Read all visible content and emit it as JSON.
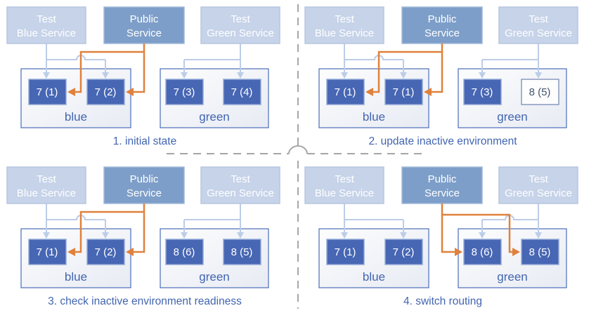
{
  "colors": {
    "test_service_fill": "#c6d3e9",
    "test_service_border": "#b7c6e0",
    "public_service_fill": "#7d9ec9",
    "public_service_border": "#a2b8d8",
    "version_fill": "#4766b4",
    "version_border": "#93a9d6",
    "version_outline_border": "#8999bd",
    "env_border": "#4a6db8",
    "light_arrow": "#bccde8",
    "orange_arrow": "#e0813c",
    "blue_text": "#4265b0",
    "navy_text": "#44546a",
    "divider": "#a6a6a6"
  },
  "diagram": {
    "services": {
      "test_blue": {
        "line1": "Test",
        "line2": "Blue Service"
      },
      "public": {
        "line1": "Public",
        "line2": "Service"
      },
      "test_green": {
        "line1": "Test",
        "line2": "Green Service"
      }
    },
    "quadrants": [
      {
        "caption": "1. initial state",
        "public_routing": "blue",
        "blue_env": {
          "label": "blue",
          "v1": "7 (1)",
          "v2": "7 (2)"
        },
        "green_env": {
          "label": "green",
          "v1": "7 (3)",
          "v2": "7 (4)"
        }
      },
      {
        "caption": "2. update inactive environment",
        "public_routing": "blue",
        "blue_env": {
          "label": "blue",
          "v1": "7 (1)",
          "v2": "7 (1)"
        },
        "green_env": {
          "label": "green",
          "v1": "7 (3)",
          "v2": "8 (5)",
          "v2_style": "outlined"
        }
      },
      {
        "caption": "3. check inactive environment readiness",
        "public_routing": "blue",
        "blue_env": {
          "label": "blue",
          "v1": "7 (1)",
          "v2": "7 (2)"
        },
        "green_env": {
          "label": "green",
          "v1": "8 (6)",
          "v2": "8 (5)"
        }
      },
      {
        "caption": "4. switch routing",
        "public_routing": "green",
        "blue_env": {
          "label": "blue",
          "v1": "7 (1)",
          "v2": "7 (2)"
        },
        "green_env": {
          "label": "green",
          "v1": "8 (6)",
          "v2": "8 (5)"
        }
      }
    ]
  }
}
